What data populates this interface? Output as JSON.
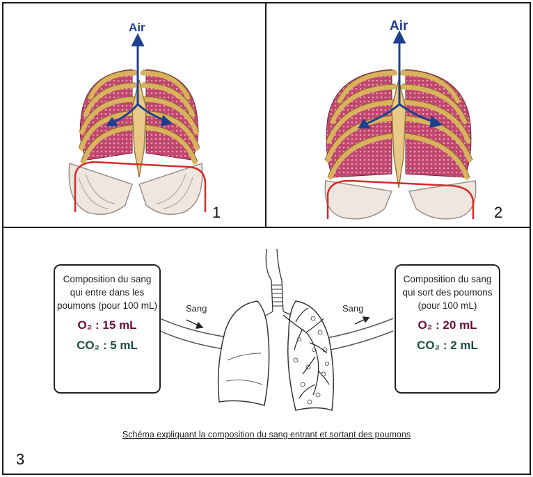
{
  "panel1": {
    "air_label": "Air",
    "number": "1"
  },
  "panel2": {
    "air_label": "Air",
    "number": "2"
  },
  "panel3": {
    "number": "3",
    "left_box": {
      "lines": [
        "Composition du sang",
        "qui entre dans les",
        "poumons (pour 100 mL)"
      ],
      "o2": "O₂ : 15 mL",
      "co2": "CO₂ : 5 mL"
    },
    "right_box": {
      "lines": [
        "Composition du sang",
        "qui sort des poumons",
        "(pour 100 mL)"
      ],
      "o2": "O₂ : 20 mL",
      "co2": "CO₂ : 2 mL"
    },
    "sang_left": "Sang",
    "sang_right": "Sang",
    "caption": "Schéma expliquant la composition du sang entrant et sortant des poumons"
  },
  "colors": {
    "air_arrow": "#1f3f8f",
    "diaphragm": "#d42a2a",
    "rib": "#d9b25e",
    "lung": "#b83a63",
    "o2_text": "#6b1035",
    "co2_text": "#1d4d46"
  }
}
